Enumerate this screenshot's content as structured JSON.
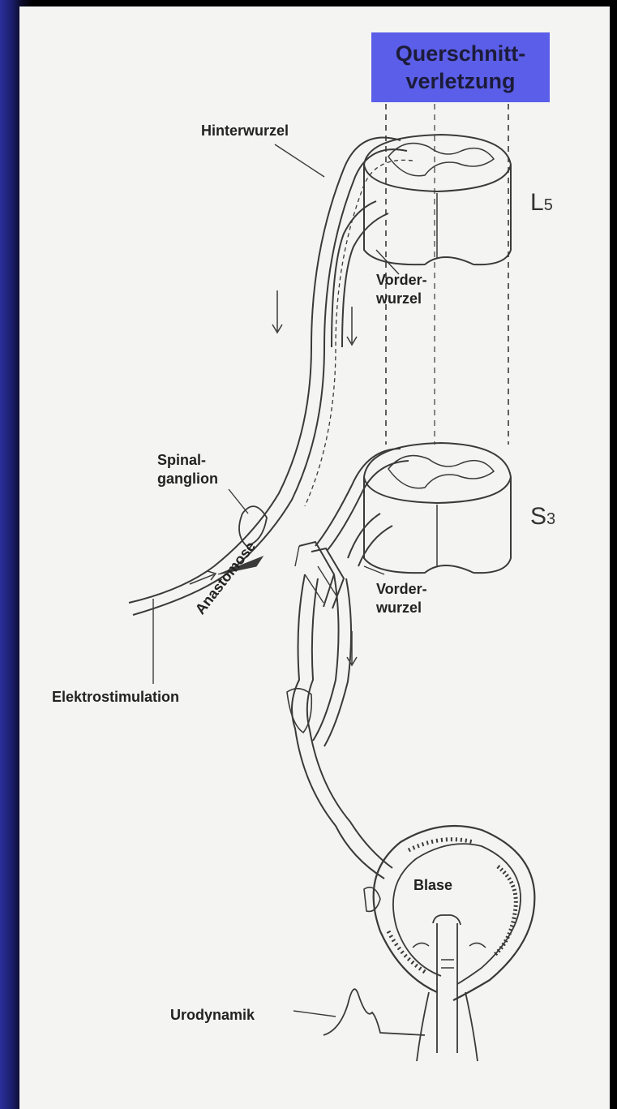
{
  "banner": {
    "line1": "Querschnitt-",
    "line2": "verletzung"
  },
  "labels": {
    "hinterwurzel": "Hinterwurzel",
    "l5_main": "L",
    "l5_sub": "5",
    "vorderwurzel_top_1": "Vorder-",
    "vorderwurzel_top_2": "wurzel",
    "spinal_1": "Spinal-",
    "spinal_2": "ganglion",
    "s3_main": "S",
    "s3_sub": "3",
    "anastomose": "Anastomose",
    "vorderwurzel_bot_1": "Vorder-",
    "vorderwurzel_bot_2": "wurzel",
    "elektro": "Elektrostimulation",
    "blase": "Blase",
    "urodynamik": "Urodynamik"
  },
  "colors": {
    "banner_bg": "#5b5ee8",
    "line": "#3a3a3a",
    "paper": "#f4f4f2"
  }
}
